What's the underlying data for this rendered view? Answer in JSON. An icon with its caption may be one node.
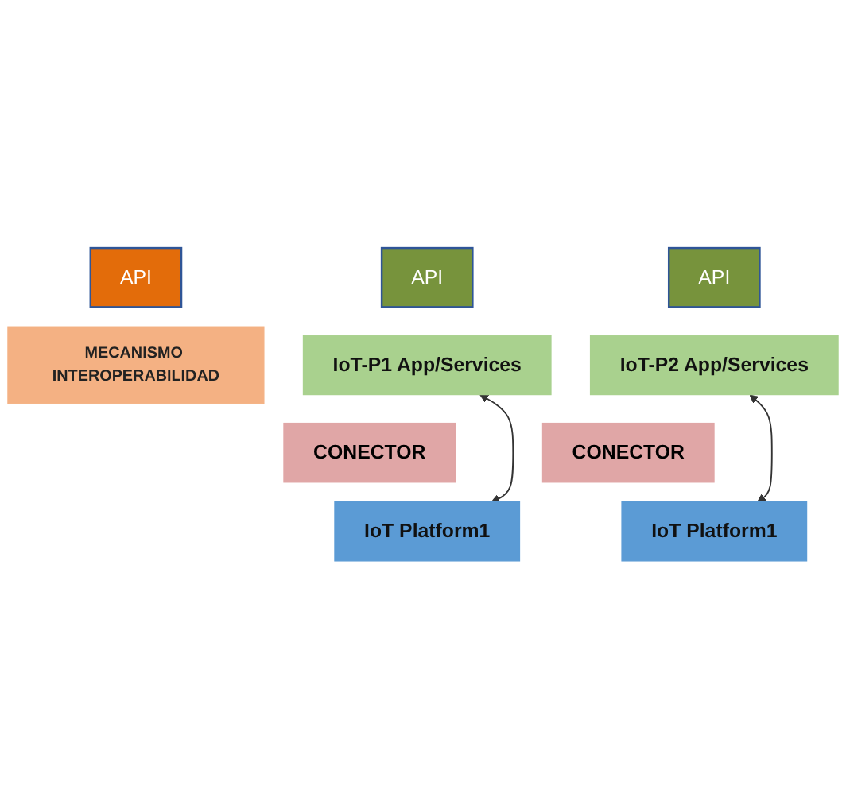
{
  "diagram": {
    "nodes": [
      {
        "text": [
          "API"
        ]
      },
      {
        "text": [
          "MECANISMO INTEROPERABILIDAD"
        ]
      },
      {
        "text": [
          "API"
        ]
      },
      {
        "text": [
          "IoT-P1 App/Services"
        ]
      },
      {
        "text": [
          "API"
        ]
      },
      {
        "text": [
          "IoT-P2 App/Services"
        ]
      },
      {
        "text": [
          "CONECTOR"
        ]
      },
      {
        "text": [
          "CONECTOR"
        ]
      },
      {
        "text": [
          "IoT Platform1"
        ]
      },
      {
        "text": [
          "IoT Platform1"
        ]
      }
    ],
    "edges": [
      {
        "from": 3,
        "to": 8,
        "arrow": "both"
      },
      {
        "from": 5,
        "to": 9,
        "arrow": "both"
      }
    ]
  }
}
